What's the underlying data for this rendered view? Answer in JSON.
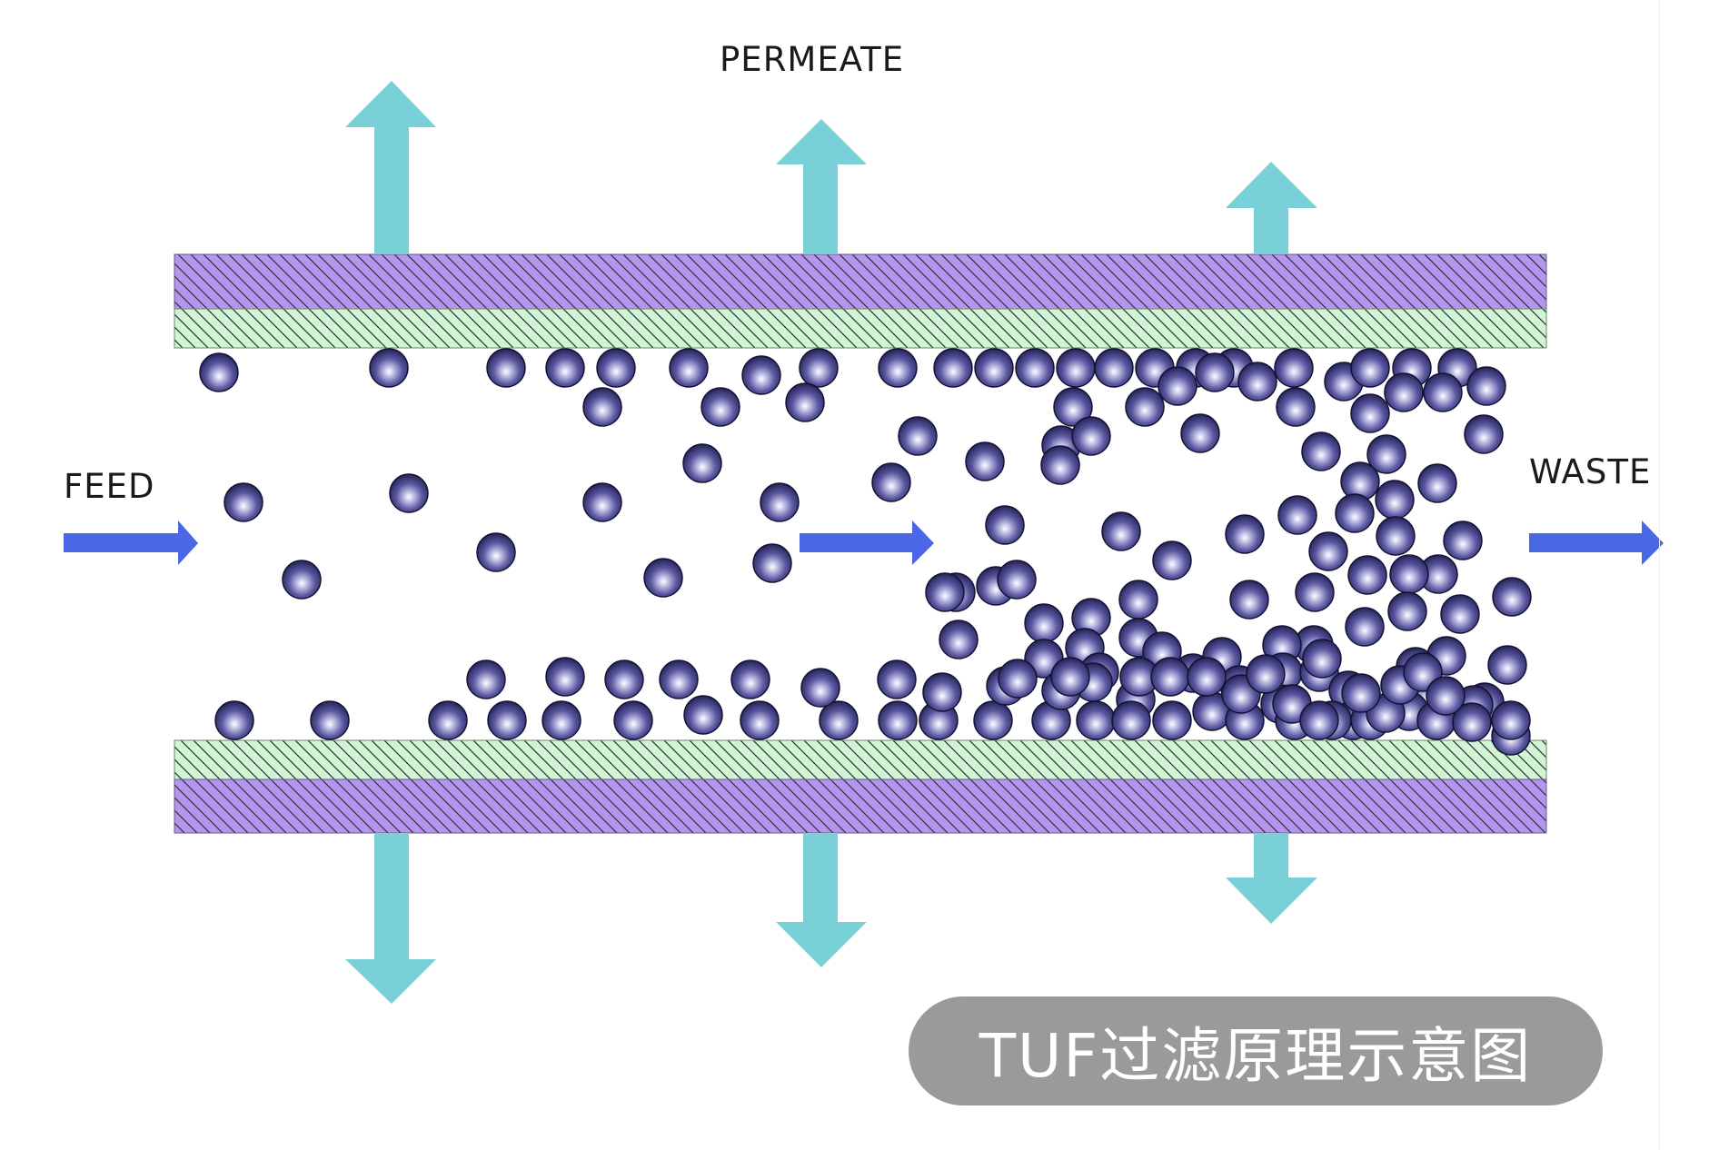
{
  "labels": {
    "permeate": "PERMEATE",
    "feed": "FEED",
    "waste": "WASTE"
  },
  "caption": "TUF过滤原理示意图",
  "colors": {
    "outer_membrane": "#b596ee",
    "inner_membrane": "#cff5d2",
    "permeate_arrow": "#79d1d7",
    "flow_arrow": "#4a67e6",
    "particle_dark": "#23215a",
    "particle_light": "#ffffff",
    "caption_bg": "#9a9a9a"
  },
  "flows": {
    "permeate_direction": "outward through both membranes",
    "feed_direction": "left-to-right"
  }
}
